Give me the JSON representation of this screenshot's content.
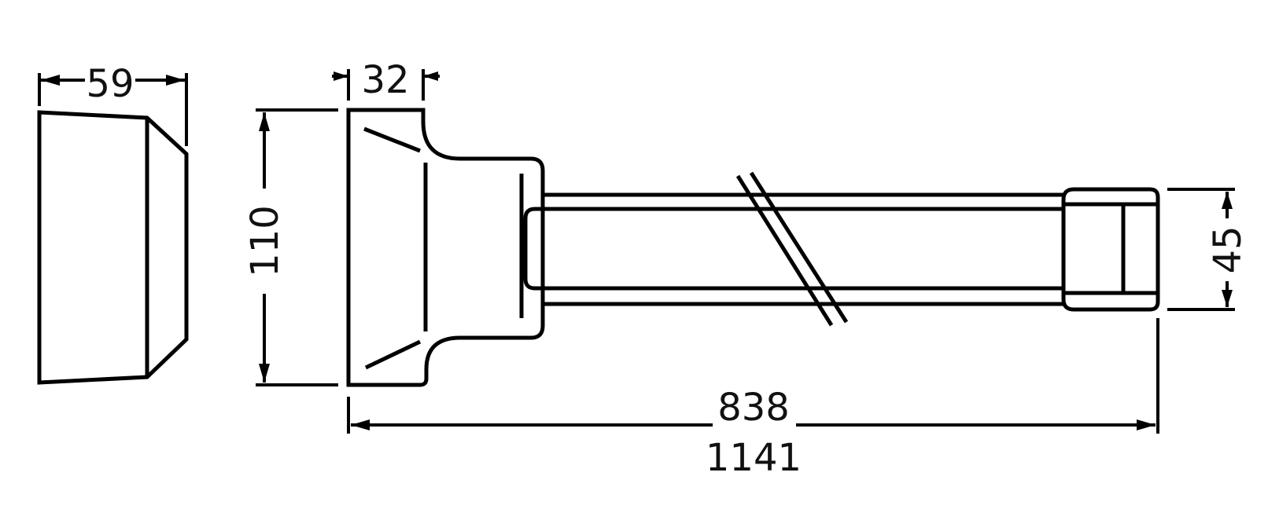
{
  "drawing": {
    "colors": {
      "line": "#000000",
      "background": "#ffffff"
    },
    "dimensions": {
      "end_cap_width": "59",
      "flange_width": "32",
      "total_height": "110",
      "tube_height": "45",
      "tube_length_min": "838",
      "tube_length_max": "1141"
    }
  }
}
